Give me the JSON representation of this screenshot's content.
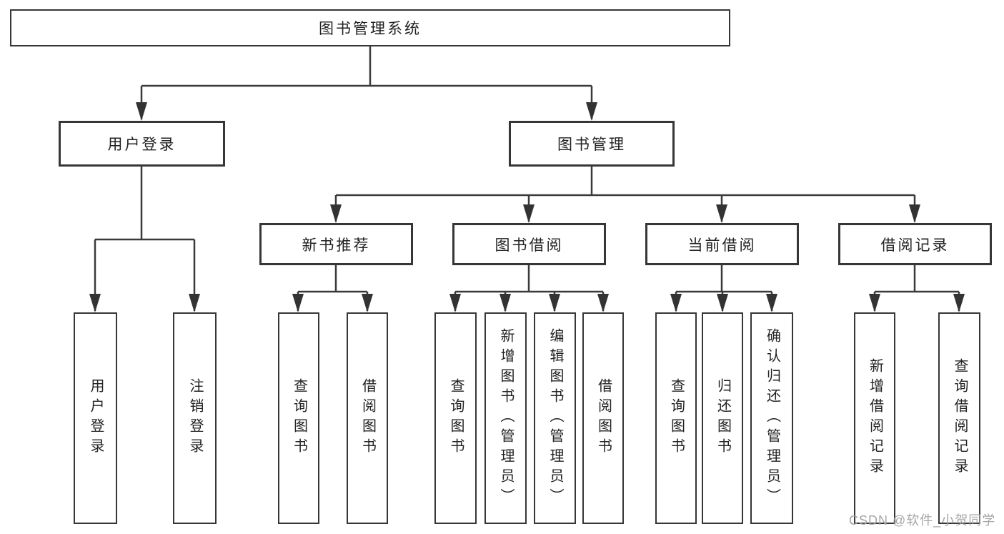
{
  "tree": {
    "label": "图书管理系统",
    "children": [
      {
        "label": "用户登录",
        "children": [
          {
            "label": "用户登录"
          },
          {
            "label": "注销登录"
          }
        ]
      },
      {
        "label": "图书管理",
        "children": [
          {
            "label": "新书推荐",
            "children": [
              {
                "label": "查询图书"
              },
              {
                "label": "借阅图书"
              }
            ]
          },
          {
            "label": "图书借阅",
            "children": [
              {
                "label": "查询图书"
              },
              {
                "label": "新增图书（管理员）"
              },
              {
                "label": "编辑图书（管理员）"
              },
              {
                "label": "借阅图书"
              }
            ]
          },
          {
            "label": "当前借阅",
            "children": [
              {
                "label": "查询图书"
              },
              {
                "label": "归还图书"
              },
              {
                "label": "确认归还（管理员）"
              }
            ]
          },
          {
            "label": "借阅记录",
            "children": [
              {
                "label": "新增借阅记录"
              },
              {
                "label": "查询借阅记录"
              }
            ]
          }
        ]
      }
    ]
  },
  "watermark": {
    "text": "CSDN @软件_小贺同学"
  },
  "colors": {
    "line": "#3a3a3a",
    "box_border": "#363636",
    "text": "#222222",
    "watermark": "#a6a6a6",
    "background": "#ffffff"
  }
}
